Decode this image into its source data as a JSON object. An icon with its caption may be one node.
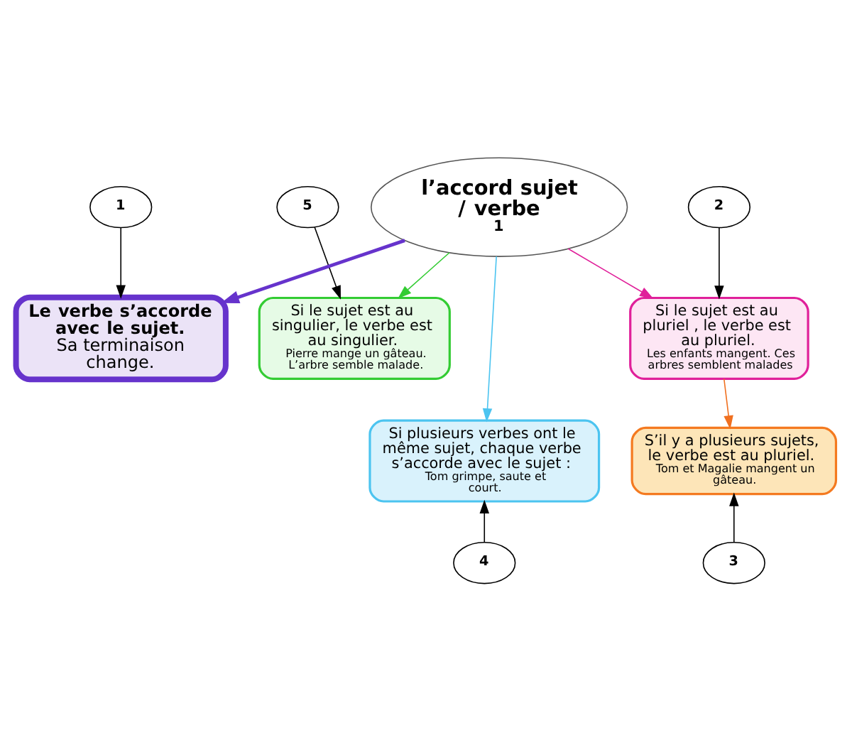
{
  "diagram": {
    "nodes": [
      {
        "text": [
          "1"
        ]
      },
      {
        "text": [
          "Le verbe s’accorde avec le sujet.",
          "Sa terminaison change."
        ]
      },
      {
        "text": [
          "2"
        ]
      },
      {
        "text": [
          "5"
        ]
      },
      {
        "text": [
          "Si le sujet est au singulier, le verbe est au singulier.",
          "Pierre mange un gâteau. L’arbre semble malade."
        ]
      },
      {
        "text": [
          "l’accord sujet / verbe",
          "1"
        ]
      },
      {
        "text": [
          "Si le sujet est au pluriel , le verbe est au pluriel.",
          "Les enfants mangent. Ces arbres semblent malades"
        ]
      },
      {
        "text": [
          "Si plusieurs verbes ont le même sujet, chaque verbe s’accorde avec le sujet :",
          "Tom grimpe, saute et court."
        ]
      },
      {
        "text": [
          "S’il y a plusieurs  sujets, le verbe est au pluriel.",
          "Tom et Magalie mangent un gâteau."
        ]
      },
      {
        "text": [
          "4"
        ]
      },
      {
        "text": [
          "3"
        ]
      }
    ],
    "edges": [
      {
        "from": 0,
        "to": 1,
        "arrow": "to"
      },
      {
        "from": 2,
        "to": 6,
        "arrow": "to"
      },
      {
        "from": 3,
        "to": 4,
        "arrow": "to"
      },
      {
        "from": 5,
        "to": 1,
        "arrow": "to",
        "style": "thick",
        "color": "#6633cc"
      },
      {
        "from": 5,
        "to": 4,
        "arrow": "to",
        "color": "#33cc33"
      },
      {
        "from": 5,
        "to": 6,
        "arrow": "to",
        "color": "#e0209a"
      },
      {
        "from": 5,
        "to": 7,
        "arrow": "to",
        "color": "#4cc4f0"
      },
      {
        "from": 6,
        "to": 8,
        "arrow": "to",
        "color": "#f07020"
      },
      {
        "from": 9,
        "to": 7,
        "arrow": "to"
      },
      {
        "from": 10,
        "to": 8,
        "arrow": "to"
      }
    ]
  }
}
